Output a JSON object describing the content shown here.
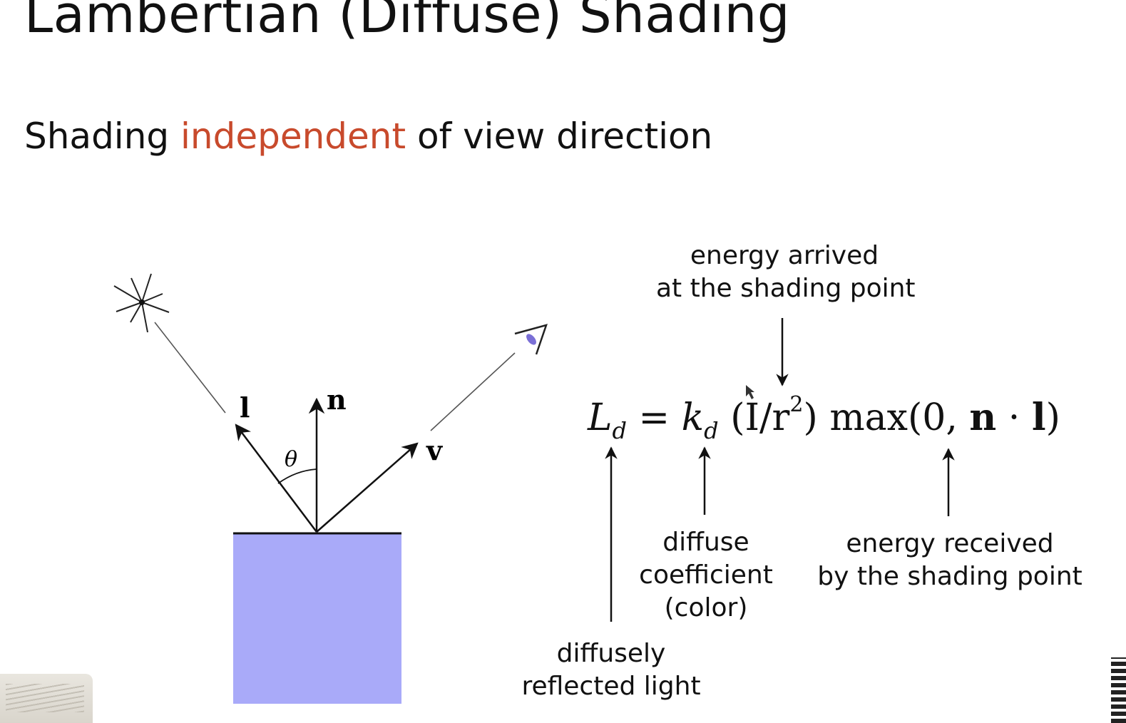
{
  "slide": {
    "title": "Lambertian (Diffuse) Shading",
    "subtitle": {
      "prefix": "Shading ",
      "highlight": "independent",
      "suffix": " of view direction"
    }
  },
  "diagram": {
    "vectors": {
      "light": "l",
      "normal": "n",
      "view": "v",
      "angle": "θ"
    },
    "surface_color": "#a9aaf9"
  },
  "equation": {
    "lhs": "L",
    "lhs_sub": "d",
    "eq": "=",
    "k": "k",
    "k_sub": "d",
    "intensity_open": "(I/r",
    "intensity_exp": "2",
    "intensity_close": ")",
    "max_open": "max(0, ",
    "n": "n",
    "dot": " · ",
    "l": "l",
    "max_close": ")"
  },
  "annotations": {
    "energy_arrived": [
      "energy arrived",
      "at the shading point"
    ],
    "diffusely_reflected": [
      "diffusely",
      "reflected light"
    ],
    "diffuse_coefficient": [
      "diffuse",
      "coefficient",
      "(color)"
    ],
    "energy_received": [
      "energy received",
      "by the shading point"
    ]
  },
  "colors": {
    "accent": "#c84a2c",
    "surface": "#a9aaf9",
    "text": "#111111"
  }
}
